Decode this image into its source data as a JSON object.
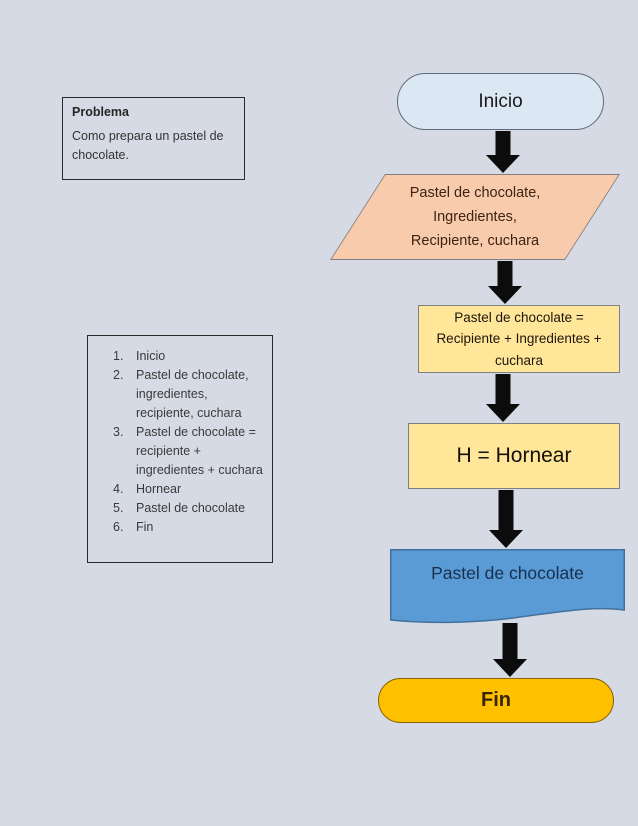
{
  "page": {
    "background_color": "#d5dae4"
  },
  "problem_box": {
    "title": "Problema",
    "body": "Como prepara un pastel de chocolate."
  },
  "steps_box": {
    "items": [
      {
        "num": "1.",
        "text": "Inicio"
      },
      {
        "num": "2.",
        "text": "Pastel de chocolate, ingredientes, recipiente, cuchara"
      },
      {
        "num": "3.",
        "text": "Pastel de chocolate = recipiente + ingredientes + cuchara"
      },
      {
        "num": "4.",
        "text": "Hornear"
      },
      {
        "num": "5.",
        "text": "Pastel de chocolate"
      },
      {
        "num": "6.",
        "text": "Fin"
      }
    ]
  },
  "flowchart": {
    "arrow_color": "#0c0c0c",
    "start": {
      "label": "Inicio",
      "fill": "#dce7f4"
    },
    "input": {
      "lines": [
        "Pastel de chocolate,",
        "Ingredientes,",
        "Recipiente, cuchara"
      ],
      "fill": "#f8cbad"
    },
    "process1": {
      "lines": [
        "Pastel de chocolate =",
        "Recipiente + Ingredientes +",
        "cuchara"
      ],
      "fill": "#ffe699"
    },
    "process2": {
      "label": "H = Hornear",
      "fill": "#ffe699"
    },
    "output": {
      "label": "Pastel de chocolate",
      "fill": "#5b9bd5",
      "stroke": "#41719c"
    },
    "end": {
      "label": "Fin",
      "fill": "#ffc000"
    }
  }
}
